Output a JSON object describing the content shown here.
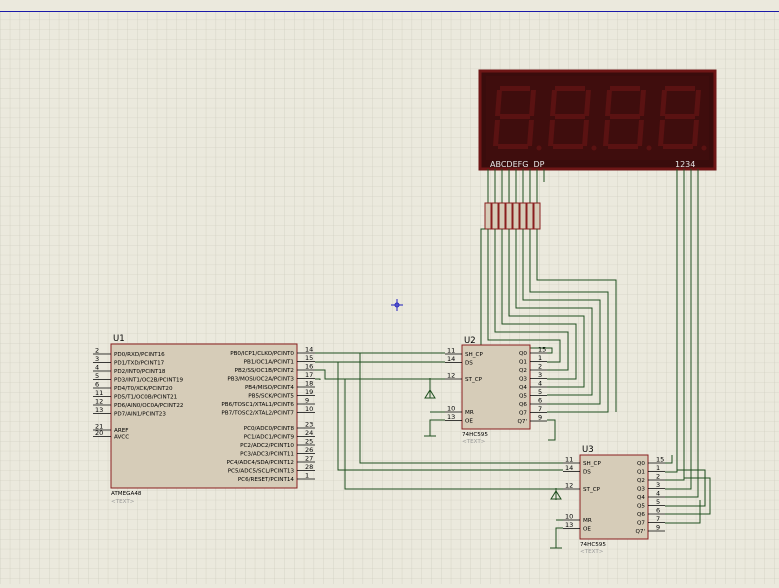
{
  "colors": {
    "background": "#ebe9dd",
    "grid": "#c9c7b8",
    "border_line": "#1a1aa8",
    "component_body": "#d6ccb8",
    "component_outline": "#8a1e1e",
    "wire": "#1f4f1f",
    "display_bg": "#3a0c0c",
    "display_frame": "#6e1616",
    "segment": "#5a1212",
    "display_label": "#e6e6e6",
    "marker": "#2020c0"
  },
  "display": {
    "segment_label": "ABCDEFG  DP",
    "digit_label": "1234"
  },
  "u1": {
    "ref": "U1",
    "part": "ATMEGA48",
    "text": "<TEXT>",
    "left_pins": [
      {
        "num": "2",
        "name": "PD0/RXD/PCINT16"
      },
      {
        "num": "3",
        "name": "PD1/TXD/PCINT17"
      },
      {
        "num": "4",
        "name": "PD2/INT0/PCINT18"
      },
      {
        "num": "5",
        "name": "PD3/INT1/OC2B/PCINT19"
      },
      {
        "num": "6",
        "name": "PD4/T0/XCK/PCINT20"
      },
      {
        "num": "11",
        "name": "PD5/T1/OC0B/PCINT21"
      },
      {
        "num": "12",
        "name": "PD6/AIN0/OC0A/PCINT22"
      },
      {
        "num": "13",
        "name": "PD7/AIN1/PCINT23"
      },
      {
        "num": "21",
        "name": "AREF"
      },
      {
        "num": "20",
        "name": "AVCC"
      }
    ],
    "right_pins": [
      {
        "num": "14",
        "name": "PB0/ICP1/CLKO/PCINT0"
      },
      {
        "num": "15",
        "name": "PB1/OC1A/PCINT1"
      },
      {
        "num": "16",
        "name": "PB2/SS/OC1B/PCINT2"
      },
      {
        "num": "17",
        "name": "PB3/MOSI/OC2A/PCINT3"
      },
      {
        "num": "18",
        "name": "PB4/MISO/PCINT4"
      },
      {
        "num": "19",
        "name": "PB5/SCK/PCINT5"
      },
      {
        "num": "9",
        "name": "PB6/TOSC1/XTAL1/PCINT6"
      },
      {
        "num": "10",
        "name": "PB7/TOSC2/XTAL2/PCINT7"
      },
      {
        "num": "23",
        "name": "PC0/ADC0/PCINT8"
      },
      {
        "num": "24",
        "name": "PC1/ADC1/PCINT9"
      },
      {
        "num": "25",
        "name": "PC2/ADC2/PCINT10"
      },
      {
        "num": "26",
        "name": "PC3/ADC3/PCINT11"
      },
      {
        "num": "27",
        "name": "PC4/ADC4/SDA/PCINT12"
      },
      {
        "num": "28",
        "name": "PC5/ADC5/SCL/PCINT13"
      },
      {
        "num": "1",
        "name": "PC6/RESET/PCINT14"
      }
    ]
  },
  "u2": {
    "ref": "U2",
    "part": "74HC595",
    "text": "<TEXT>",
    "left_pins": [
      {
        "num": "11",
        "name": "SH_CP"
      },
      {
        "num": "14",
        "name": "DS"
      },
      {
        "num": "12",
        "name": "ST_CP"
      },
      {
        "num": "10",
        "name": "MR"
      },
      {
        "num": "13",
        "name": "OE"
      }
    ],
    "right_pins": [
      {
        "num": "15",
        "name": "Q0"
      },
      {
        "num": "1",
        "name": "Q1"
      },
      {
        "num": "2",
        "name": "Q2"
      },
      {
        "num": "3",
        "name": "Q3"
      },
      {
        "num": "4",
        "name": "Q4"
      },
      {
        "num": "5",
        "name": "Q5"
      },
      {
        "num": "6",
        "name": "Q6"
      },
      {
        "num": "7",
        "name": "Q7"
      },
      {
        "num": "9",
        "name": "Q7'"
      }
    ]
  },
  "u3": {
    "ref": "U3",
    "part": "74HC595",
    "text": "<TEXT>",
    "left_pins": [
      {
        "num": "11",
        "name": "SH_CP"
      },
      {
        "num": "14",
        "name": "DS"
      },
      {
        "num": "12",
        "name": "ST_CP"
      },
      {
        "num": "10",
        "name": "MR"
      },
      {
        "num": "13",
        "name": "OE"
      }
    ],
    "right_pins": [
      {
        "num": "15",
        "name": "Q0"
      },
      {
        "num": "1",
        "name": "Q1"
      },
      {
        "num": "2",
        "name": "Q2"
      },
      {
        "num": "3",
        "name": "Q3"
      },
      {
        "num": "4",
        "name": "Q4"
      },
      {
        "num": "5",
        "name": "Q5"
      },
      {
        "num": "6",
        "name": "Q6"
      },
      {
        "num": "7",
        "name": "Q7"
      },
      {
        "num": "9",
        "name": "Q7'"
      }
    ]
  }
}
